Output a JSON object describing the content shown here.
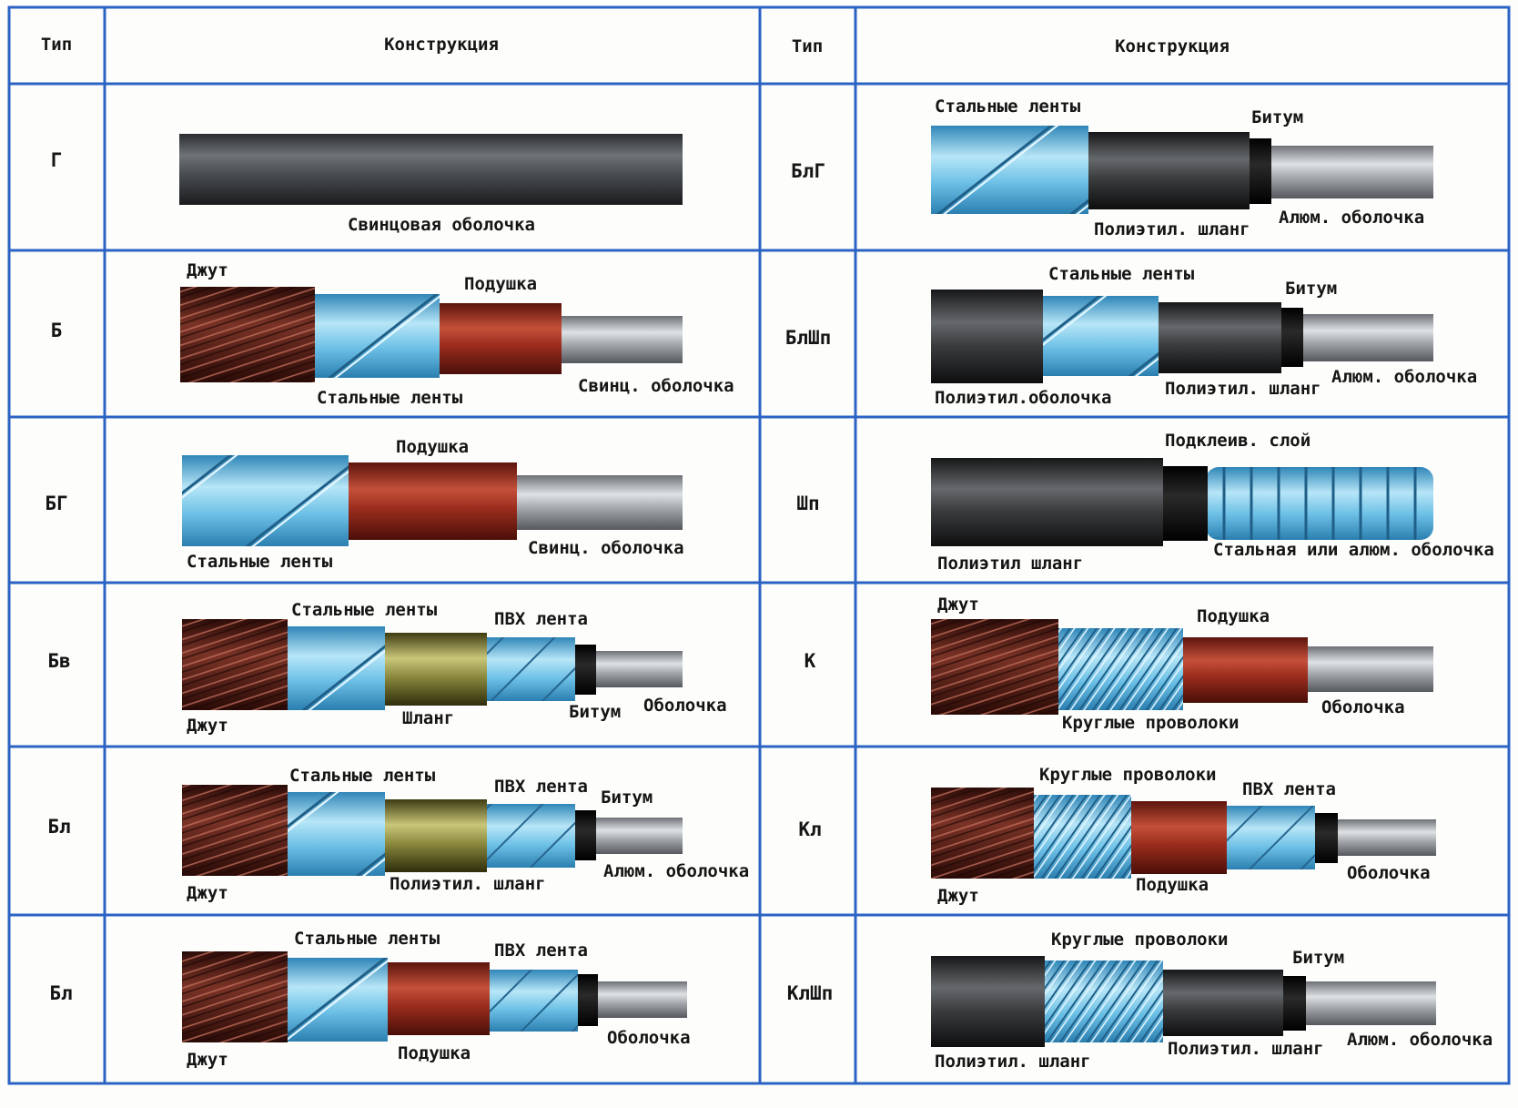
{
  "header": {
    "type_left": "Тип",
    "construction_left": "Конструкция",
    "type_right": "Тип",
    "construction_right": "Конструкция"
  },
  "left": [
    {
      "type": "Г",
      "labels": [
        "Свинцовая оболочка"
      ]
    },
    {
      "type": "Б",
      "labels": [
        "Джут",
        "Подушка",
        "Стальные ленты",
        "Свинц. оболочка"
      ]
    },
    {
      "type": "БГ",
      "labels": [
        "Подушка",
        "Стальные ленты",
        "Свинц. оболочка"
      ]
    },
    {
      "type": "Бв",
      "labels": [
        "Стальные ленты",
        "ПВХ лента",
        "Джут",
        "Шланг",
        "Битум",
        "Оболочка"
      ]
    },
    {
      "type": "Бл",
      "labels": [
        "Стальные ленты",
        "ПВХ лента",
        "Битум",
        "Джут",
        "Полиэтил. шланг",
        "Алюм. оболочка"
      ]
    },
    {
      "type": "Бл",
      "labels": [
        "Стальные ленты",
        "ПВХ лента",
        "Джут",
        "Подушка",
        "Оболочка"
      ]
    }
  ],
  "right": [
    {
      "type": "БлГ",
      "labels": [
        "Стальные ленты",
        "Битум",
        "Полиэтил. шланг",
        "Алюм. оболочка"
      ]
    },
    {
      "type": "БлШп",
      "labels": [
        "Стальные ленты",
        "Битум",
        "Полиэтил.оболочка",
        "Полиэтил. шланг",
        "Алюм. оболочка"
      ]
    },
    {
      "type": "Шп",
      "labels": [
        "Подклеив. слой",
        "Полиэтил шланг",
        "Стальная или алюм. оболочка"
      ]
    },
    {
      "type": "К",
      "labels": [
        "Джут",
        "Подушка",
        "Круглые проволоки",
        "Оболочка"
      ]
    },
    {
      "type": "Кл",
      "labels": [
        "Круглые проволоки",
        "ПВХ лента",
        "Джут",
        "Подушка",
        "Оболочка"
      ]
    },
    {
      "type": "КлШп",
      "labels": [
        "Круглые проволоки",
        "Битум",
        "Полиэтил. шланг",
        "Полиэтил. шланг",
        "Алюм. оболочка"
      ]
    }
  ],
  "colors": {
    "grid": "#2b63c4",
    "jute": "#5a1e16",
    "steel_tape": "#6fc3ea",
    "cushion": "#a3301f",
    "pvc_tape": "#7fc8ea",
    "hose_olive": "#8c8a3e",
    "bitumen": "#0c0c0c",
    "lead_sheath": "#4e5257",
    "metal_sheath": "#a6aaae",
    "polyethylene": "#2e3134"
  },
  "icons": [
    "cable-lead-icon",
    "cable-steel-tape-icon",
    "cable-wire-armour-icon",
    "cable-corrugated-icon"
  ]
}
